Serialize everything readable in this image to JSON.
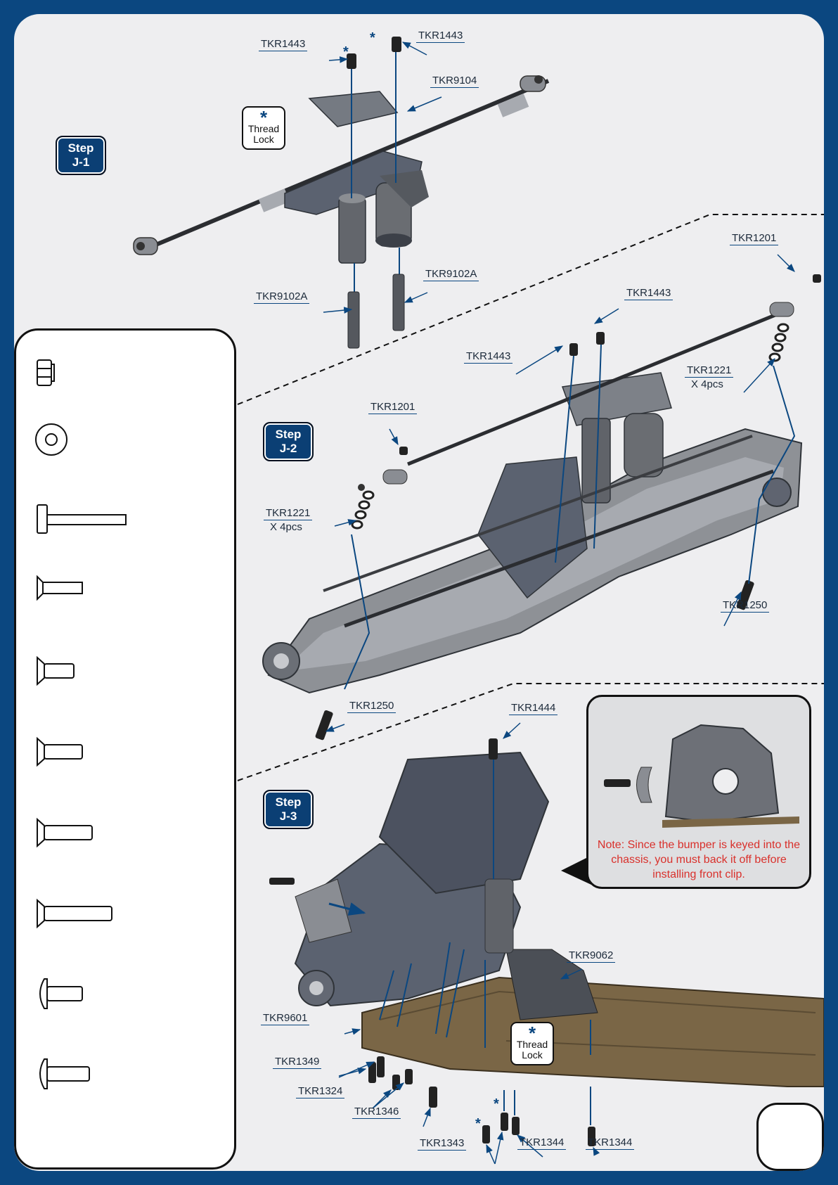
{
  "steps": {
    "j1": {
      "line1": "Step",
      "line2": "J-1"
    },
    "j2": {
      "line1": "Step",
      "line2": "J-2"
    },
    "j3": {
      "line1": "Step",
      "line2": "J-3"
    }
  },
  "thread_lock": {
    "line1": "Thread",
    "line2": "Lock",
    "symbol": "*"
  },
  "parts": {
    "j1_tkr1443_a": "TKR1443",
    "j1_tkr1443_b": "TKR1443",
    "j1_tkr9104": "TKR9104",
    "j1_tkr9102a_a": "TKR9102A",
    "j1_tkr9102a_b": "TKR9102A",
    "j2_tkr1201_a": "TKR1201",
    "j2_tkr1201_b": "TKR1201",
    "j2_tkr1443_a": "TKR1443",
    "j2_tkr1443_b": "TKR1443",
    "j2_tkr1221_a": "TKR1221",
    "j2_tkr1221_b": "TKR1221",
    "j2_tkr1250_a": "TKR1250",
    "j2_tkr1250_b": "TKR1250",
    "j3_tkr1444": "TKR1444",
    "j3_tkr9062": "TKR9062",
    "j3_tkr9601": "TKR9601",
    "j3_tkr1349": "TKR1349",
    "j3_tkr1324": "TKR1324",
    "j3_tkr1346": "TKR1346",
    "j3_tkr1343": "TKR1343",
    "j3_tkr1344_a": "TKR1344",
    "j3_tkr1344_b": "TKR1344"
  },
  "quantities": {
    "j2_tkr1221_a": "X 4pcs",
    "j2_tkr1221_b": "X 4pcs"
  },
  "note": {
    "text": "Note: Since the bumper is keyed into the chassis, you must back it off before installing front clip."
  },
  "hardware_icons": [
    "lock-nut-icon",
    "washer-icon",
    "long-cap-screw-icon",
    "flat-head-screw-icon",
    "flat-head-screw-icon",
    "flat-head-screw-icon",
    "flat-head-screw-icon",
    "flat-head-screw-icon",
    "button-head-screw-icon",
    "button-head-screw-icon"
  ],
  "colors": {
    "brand_blue": "#0b4780",
    "note_red": "#d9302b",
    "background": "#eeeef0",
    "chassis_bronze": "#7a6646",
    "part_gray": "#5c6068"
  }
}
